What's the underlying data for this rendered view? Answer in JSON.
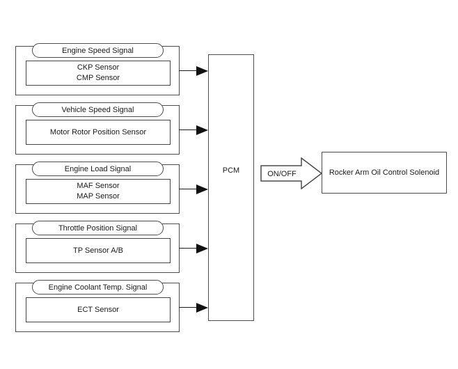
{
  "diagram": {
    "colors": {
      "background": "#ffffff",
      "box_line": "#4d4d4d",
      "arrow_fill": "#111111",
      "text": "#1a1a1a"
    },
    "signal_blocks": [
      {
        "label": "Engine Speed Signal",
        "sensors": [
          "CKP Sensor",
          "CMP Sensor"
        ]
      },
      {
        "label": "Vehicle Speed Signal",
        "sensors": [
          "Motor Rotor Position Sensor"
        ]
      },
      {
        "label": "Engine Load Signal",
        "sensors": [
          "MAF Sensor",
          "MAP Sensor"
        ]
      },
      {
        "label": "Throttle Position Signal",
        "sensors": [
          "TP Sensor A/B"
        ]
      },
      {
        "label": "Engine Coolant Temp. Signal",
        "sensors": [
          "ECT Sensor"
        ]
      }
    ],
    "controller": {
      "label": "PCM"
    },
    "output_arrow": {
      "label": "ON/OFF"
    },
    "actuator": {
      "label": "Rocker Arm Oil Control Solenoid"
    }
  }
}
